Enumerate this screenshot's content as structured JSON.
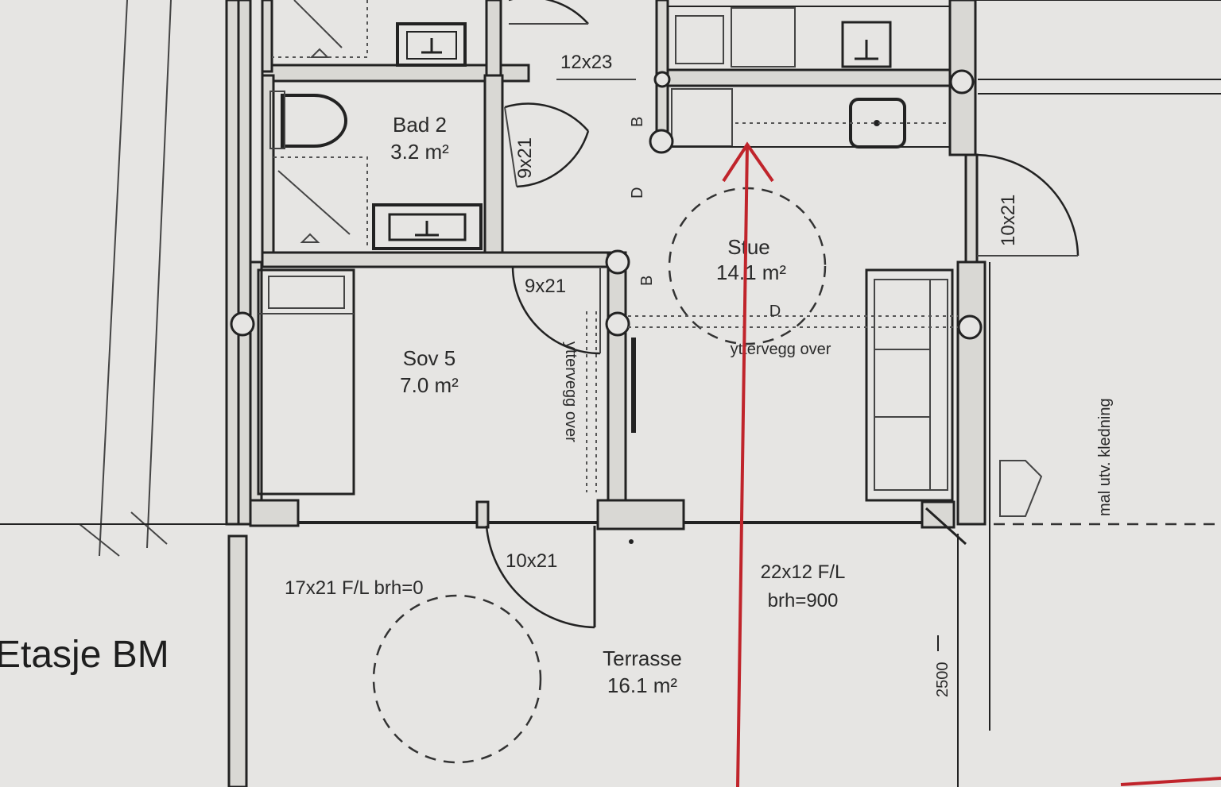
{
  "plan": {
    "title": "Etasje BM",
    "rooms": {
      "bad2": {
        "name": "Bad 2",
        "area": "3.2 m²"
      },
      "sov5": {
        "name": "Sov 5",
        "area": "7.0 m²"
      },
      "stue": {
        "name": "Stue",
        "area": "14.1 m²"
      },
      "terrasse": {
        "name": "Terrasse",
        "area": "16.1 m²"
      }
    },
    "doors": {
      "top_hall": "12x23",
      "bad2_door": "9x21",
      "sov5_door": "9x21",
      "stue_right": "10x21",
      "terrace_door": "10x21"
    },
    "windows": {
      "left_window": "17x21 F/L brh=0",
      "right_window_line1": "22x12 F/L",
      "right_window_line2": "brh=900"
    },
    "notes": {
      "yttervegg_over_h": "yttervegg over",
      "yttervegg_over_v": "yttervegg over",
      "kledning": "mal utv. kledning",
      "dim_2500": "2500",
      "b1": "B",
      "b2": "B",
      "d1": "D",
      "d2": "D"
    },
    "colors": {
      "arrow": "#c0242b",
      "paper": "#e6e5e3",
      "ink": "#222222"
    }
  }
}
